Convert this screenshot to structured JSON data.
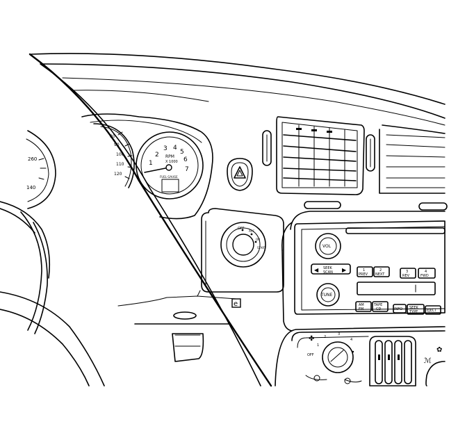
{
  "speedometer": {
    "ticks": [
      "80",
      "90",
      "100",
      "110",
      "120"
    ],
    "left_ticks": [
      "260",
      "140"
    ]
  },
  "tachometer": {
    "ticks": [
      "1",
      "2",
      "3",
      "4",
      "5",
      "6",
      "7"
    ],
    "label_line1": "RPM",
    "label_line2": "X 1000",
    "fuel_label": "FUEL GAUGE"
  },
  "ignition": {
    "positions": [
      "OFF",
      "ACC",
      "ON",
      "START"
    ]
  },
  "radio": {
    "vol_label": "VOL",
    "tune_label": "TUNE",
    "seek_label": "SEEK",
    "seek_sub": "SCAN",
    "prev_num": "1",
    "prev_label": "PREV",
    "next_num": "2",
    "next_label": "NEXT",
    "rev_num": "3",
    "rev_label": "REV",
    "fwd_num": "4",
    "fwd_label": "FWD",
    "am_label": "AM",
    "fm_label": "FM",
    "tape_label": "TAPE",
    "cd_label": "CD",
    "info_label": "INFO",
    "seek_type_top": "SEEK",
    "seek_type_bottom": "TYPE",
    "eject_label": "EJECT"
  },
  "climate": {
    "fan_off": "OFF",
    "fan_positions": [
      "1",
      "2",
      "3",
      "4"
    ]
  }
}
